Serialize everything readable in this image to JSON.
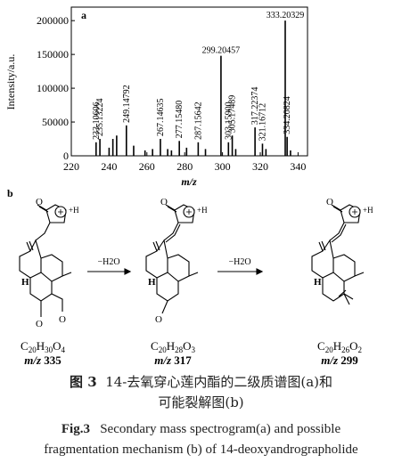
{
  "panel_a_label": "a",
  "panel_b_label": "b",
  "chart_data": {
    "type": "bar",
    "xlabel": "m/z",
    "ylabel": "Intensity/a.u.",
    "xlim": [
      220,
      345
    ],
    "ylim": [
      0,
      220000
    ],
    "xticks": [
      220,
      240,
      260,
      280,
      300,
      320,
      340
    ],
    "yticks": [
      0,
      50000,
      100000,
      150000,
      200000
    ],
    "peaks": [
      {
        "x": 233.10606,
        "y": 20000,
        "label": "233.10606"
      },
      {
        "x": 235.13224,
        "y": 25000,
        "label": "235.13224"
      },
      {
        "x": 240.0,
        "y": 12000
      },
      {
        "x": 242.0,
        "y": 25000
      },
      {
        "x": 244.0,
        "y": 30000
      },
      {
        "x": 249.14792,
        "y": 45000,
        "label": "249.14792"
      },
      {
        "x": 253.0,
        "y": 15000
      },
      {
        "x": 259.0,
        "y": 8000
      },
      {
        "x": 263.0,
        "y": 10000
      },
      {
        "x": 267.14635,
        "y": 25000,
        "label": "267.14635"
      },
      {
        "x": 271.0,
        "y": 10000
      },
      {
        "x": 273.0,
        "y": 8000
      },
      {
        "x": 277.1548,
        "y": 22000,
        "label": "277.15480"
      },
      {
        "x": 281.0,
        "y": 12000
      },
      {
        "x": 287.15642,
        "y": 20000,
        "label": "287.15642"
      },
      {
        "x": 291.0,
        "y": 10000
      },
      {
        "x": 299.20457,
        "y": 148000,
        "label": "299.20457"
      },
      {
        "x": 303.159,
        "y": 20000,
        "label": "303.15900"
      },
      {
        "x": 305.17489,
        "y": 30000,
        "label": "305.17489"
      },
      {
        "x": 307.0,
        "y": 10000
      },
      {
        "x": 317.22374,
        "y": 42000,
        "label": "317.22374"
      },
      {
        "x": 321.16712,
        "y": 18000,
        "label": "321.16712"
      },
      {
        "x": 323.0,
        "y": 10000
      },
      {
        "x": 333.20329,
        "y": 200000,
        "label": "333.20329"
      },
      {
        "x": 334.20824,
        "y": 28000,
        "label": "334.20824"
      },
      {
        "x": 336.0,
        "y": 8000
      }
    ]
  },
  "scheme": {
    "arrow_1_label": "−H2O",
    "arrow_2_label": "−H2O",
    "compounds": [
      {
        "formula": "C20H30O4",
        "mz_prefix": "m/z",
        "mz_value": "335"
      },
      {
        "formula": "C20H28O3",
        "mz_prefix": "m/z",
        "mz_value": "317"
      },
      {
        "formula": "C20H26O2",
        "mz_prefix": "m/z",
        "mz_value": "299"
      }
    ],
    "charge_label": "+H",
    "atom_H": "H",
    "atom_O": "O"
  },
  "caption": {
    "cn_fig": "图 3",
    "cn_line1": "14-去氧穿心莲内酯的二级质谱图(a)和",
    "cn_line2": "可能裂解图(b)",
    "en_fig": "Fig.3",
    "en_line1": "Secondary mass spectrogram(a) and possible",
    "en_line2": "fragmentation mechanism (b) of 14-deoxyandrographolide"
  }
}
